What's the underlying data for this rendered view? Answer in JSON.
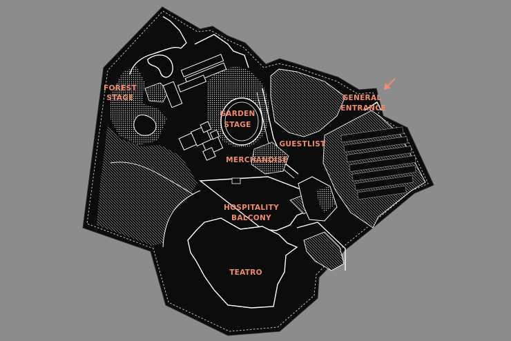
{
  "colors": {
    "background": "#8c8c8c",
    "venue": "#0b0b0b",
    "outline": "#ffffff",
    "label": "#f08b6c",
    "arrow": "#f08b6c"
  },
  "icons": {
    "entrance_marker": "arrow-icon"
  },
  "labels": {
    "forest_stage": [
      "FOREST",
      "STAGE"
    ],
    "garden_stage": [
      "GARDEN",
      "STAGE"
    ],
    "general_entrance": [
      "GENERAL",
      "ENTRANCE"
    ],
    "guestlist": "GUESTLIST",
    "merchandise": "MERCHANDISE",
    "hospitality_balcony": [
      "HOSPITALITY",
      "BALCONY"
    ],
    "teatro": "TEATRO"
  }
}
